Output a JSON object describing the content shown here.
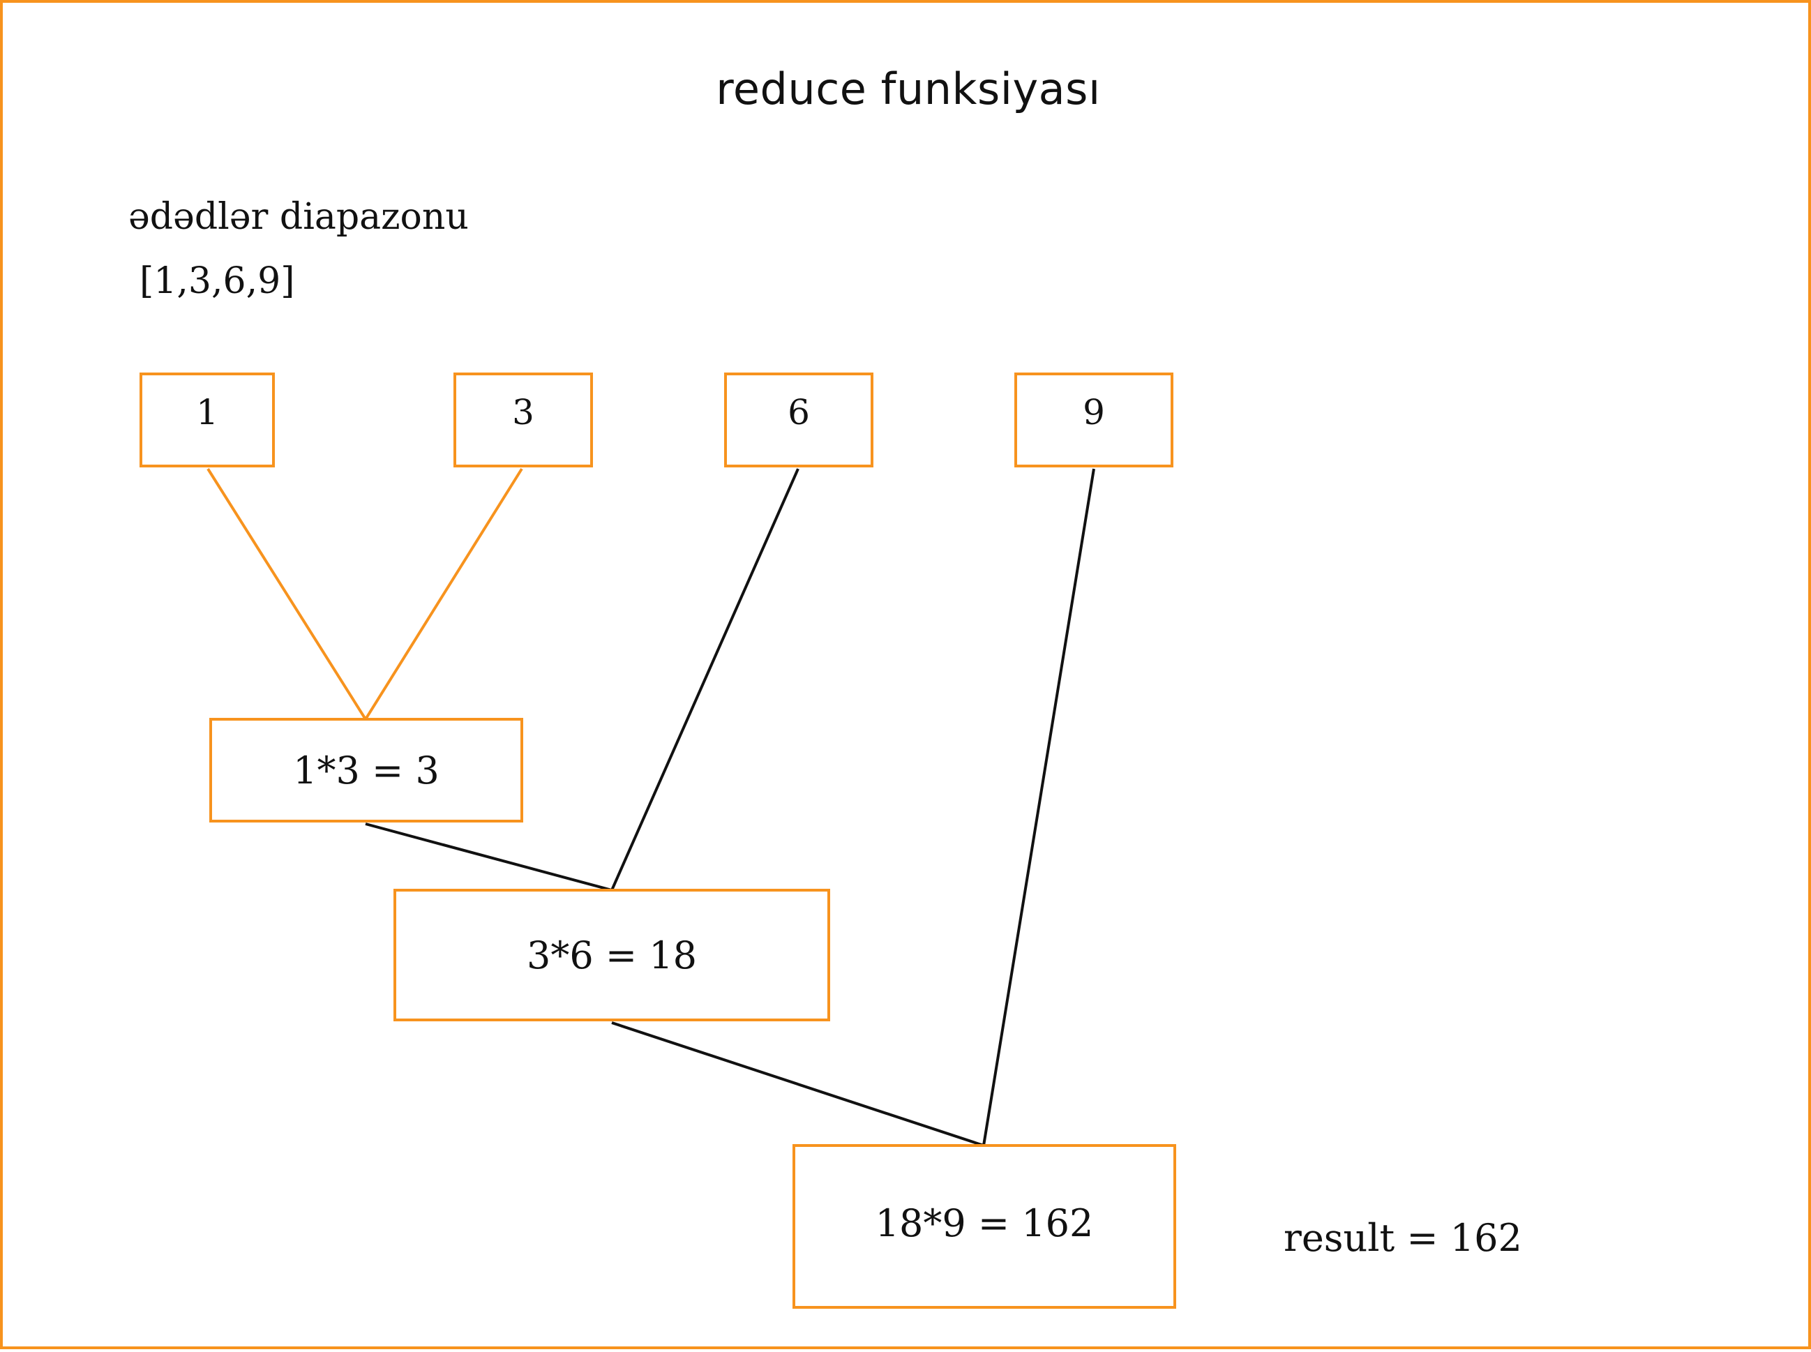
{
  "title": "reduce funksiyası",
  "range": {
    "label": "ədədlər diapazonu",
    "values": "[1,3,6,9]"
  },
  "numbers": [
    "1",
    "3",
    "6",
    "9"
  ],
  "steps": [
    "1*3 = 3",
    "3*6 = 18",
    "18*9 = 162"
  ],
  "result": "result = 162",
  "colors": {
    "accent": "#f7931e",
    "line": "#111111",
    "text": "#111111",
    "background": "#ffffff"
  }
}
